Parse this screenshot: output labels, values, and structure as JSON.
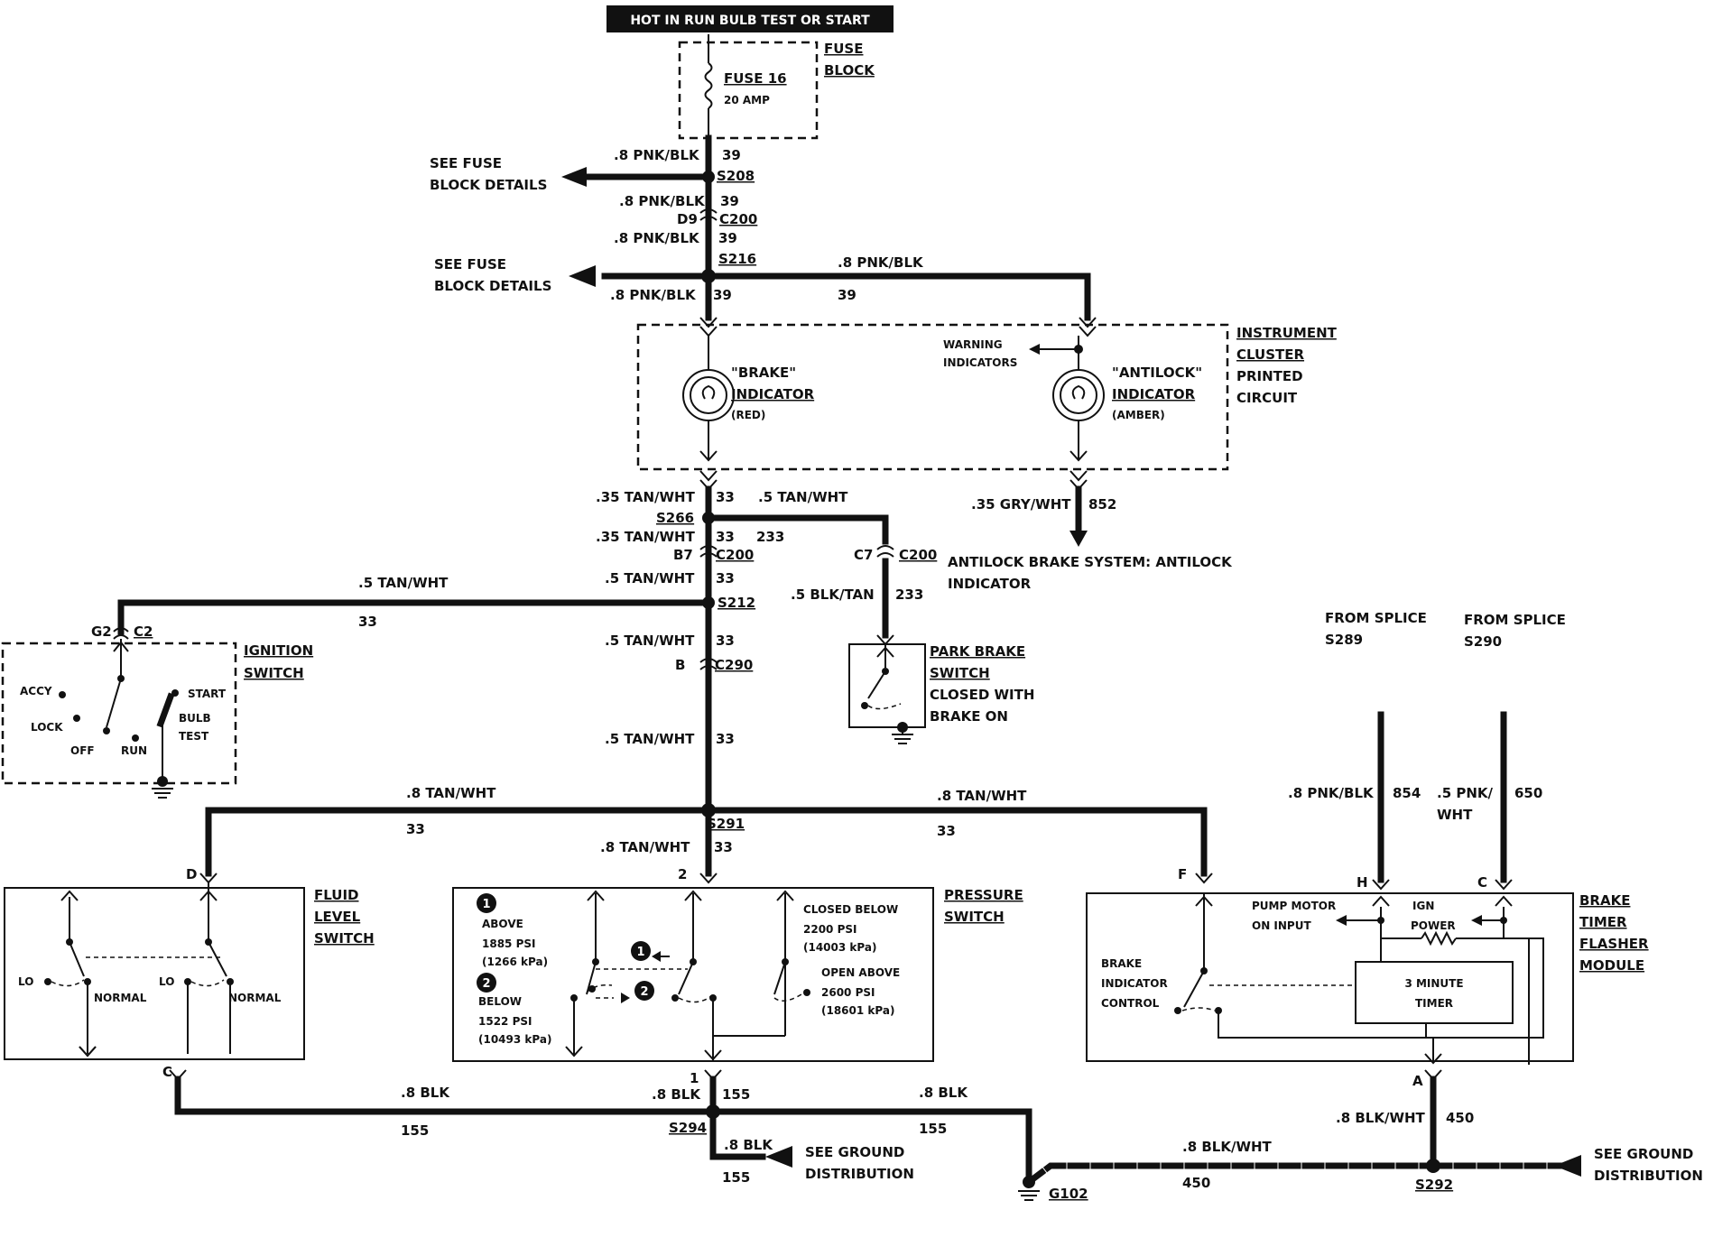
{
  "header": "HOT IN RUN BULB TEST OR START",
  "fuse_block": {
    "label_1": "FUSE",
    "label_2": "BLOCK",
    "fuse": "FUSE 16",
    "rating": "20 AMP"
  },
  "see_fuse_1": {
    "line1": "SEE FUSE",
    "line2": "BLOCK DETAILS"
  },
  "see_fuse_2": {
    "line1": "SEE FUSE",
    "line2": "BLOCK DETAILS"
  },
  "wires": {
    "pnk_blk_8": ".8 PNK/BLK",
    "tan_wht_35": ".35 TAN/WHT",
    "tan_wht_5": ".5 TAN/WHT",
    "tan_wht_8": ".8 TAN/WHT",
    "gry_wht_35": ".35 GRY/WHT",
    "blk_tan_5": ".5 BLK/TAN",
    "blk_8": ".8 BLK",
    "blk_wht_8": ".8 BLK/WHT",
    "pnk_wht_5_a": ".5 PNK/",
    "pnk_wht_5_b": "WHT"
  },
  "circuits": {
    "c39": "39",
    "c33": "33",
    "c233": "233",
    "c852": "852",
    "c155": "155",
    "c450": "450",
    "c854": "854",
    "c650": "650"
  },
  "refs": {
    "s208": "S208",
    "c200": "C200",
    "d9": "D9",
    "s216": "S216",
    "s266": "S266",
    "b7": "B7",
    "c7": "C7",
    "s212": "S212",
    "g2": "G2",
    "c2": "C2",
    "b": "B",
    "c290": "C290",
    "s291": "S291",
    "s294": "S294",
    "s292": "S292",
    "g102": "G102",
    "pin_d": "D",
    "pin_2": "2",
    "pin_f": "F",
    "pin_h": "H",
    "pin_c_top": "C",
    "pin_c_bot": "C",
    "pin_1": "1",
    "pin_a": "A"
  },
  "instrument_cluster": {
    "title": [
      "INSTRUMENT",
      "CLUSTER",
      "PRINTED",
      "CIRCUIT"
    ],
    "brake": [
      "\"BRAKE\"",
      "INDICATOR",
      "(RED)"
    ],
    "antilock": [
      "\"ANTILOCK\"",
      "INDICATOR",
      "(AMBER)"
    ],
    "warning": [
      "WARNING",
      "INDICATORS"
    ]
  },
  "antilock_note": [
    "ANTILOCK BRAKE SYSTEM: ANTILOCK",
    "INDICATOR"
  ],
  "ignition_switch": {
    "title": [
      "IGNITION",
      "SWITCH"
    ],
    "positions": {
      "accy": "ACCY",
      "lock": "LOCK",
      "off": "OFF",
      "run": "RUN",
      "start": "START",
      "bulb": "BULB",
      "test": "TEST"
    }
  },
  "park_brake": [
    "PARK BRAKE",
    "SWITCH",
    "CLOSED WITH",
    "BRAKE ON"
  ],
  "fluid_level": {
    "title": [
      "FLUID",
      "LEVEL",
      "SWITCH"
    ],
    "lo": "LO",
    "normal": "NORMAL"
  },
  "pressure_switch": {
    "title": [
      "PRESSURE",
      "SWITCH"
    ],
    "n1": "1",
    "n2": "2",
    "above": [
      "ABOVE",
      "1885 PSI",
      "(1266 kPa)"
    ],
    "below": [
      "BELOW",
      "1522 PSI",
      "(10493 kPa)"
    ],
    "closed": [
      "CLOSED BELOW",
      "2200 PSI",
      "(14003 kPa)"
    ],
    "open": [
      "OPEN ABOVE",
      "2600 PSI",
      "(18601 kPa)"
    ]
  },
  "from_splice": {
    "a": [
      "FROM SPLICE",
      "S289"
    ],
    "b": [
      "FROM SPLICE",
      "S290"
    ]
  },
  "brake_timer": {
    "title": [
      "BRAKE",
      "TIMER",
      "FLASHER",
      "MODULE"
    ],
    "pump": [
      "PUMP MOTOR",
      "ON INPUT"
    ],
    "ign": [
      "IGN",
      "POWER"
    ],
    "indicator": [
      "BRAKE",
      "INDICATOR",
      "CONTROL"
    ],
    "timer": [
      "3 MINUTE",
      "TIMER"
    ]
  },
  "see_ground_1": [
    "SEE GROUND",
    "DISTRIBUTION"
  ],
  "see_ground_2": [
    "SEE GROUND",
    "DISTRIBUTION"
  ]
}
